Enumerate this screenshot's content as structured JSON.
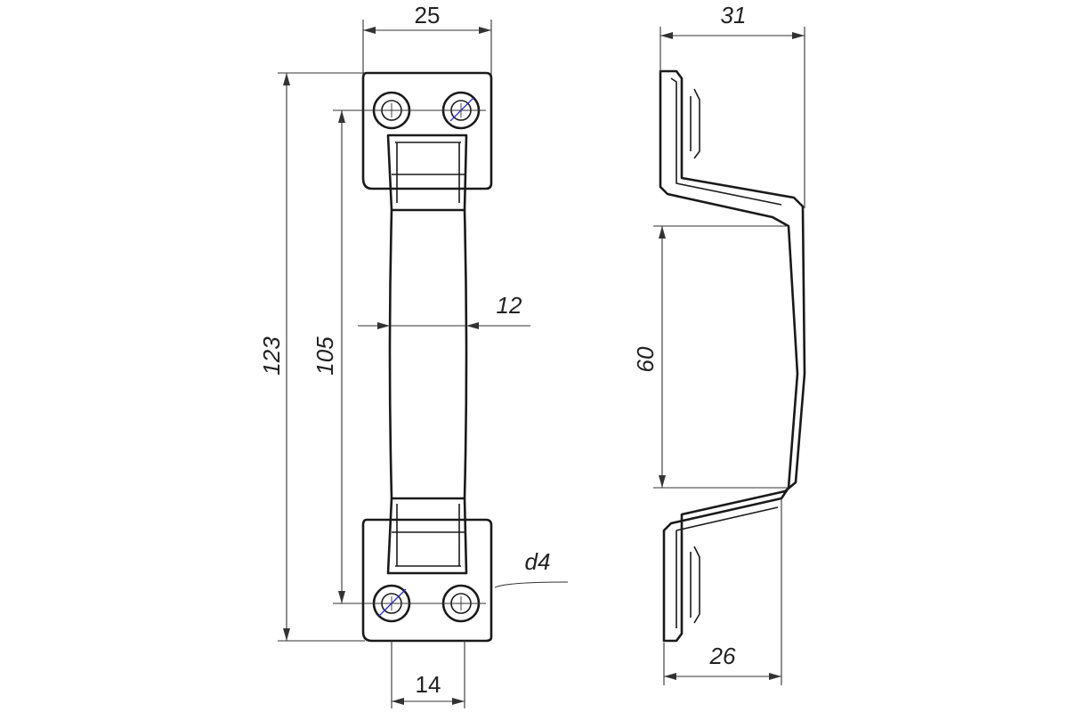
{
  "front_view": {
    "width_top": "25",
    "overall_length": "123",
    "hole_spacing": "105",
    "grip_width": "12",
    "hole_label": "d4",
    "bottom_width": "14"
  },
  "side_view": {
    "overall_depth": "31",
    "grip_length": "60",
    "grip_depth": "26"
  },
  "colors": {
    "line": "#1a1a1a",
    "dimension": "#333333",
    "marker": "#2b2bd6"
  }
}
